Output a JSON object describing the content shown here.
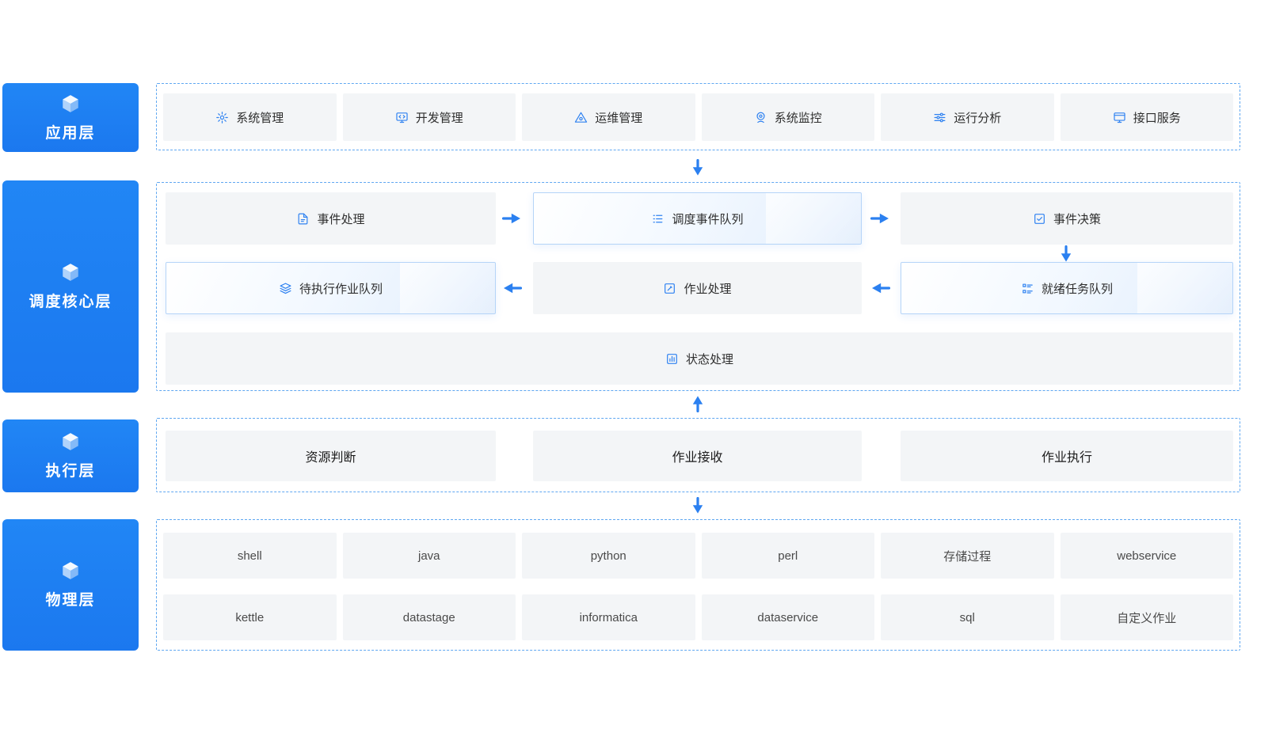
{
  "colors": {
    "accent_blue": "#1f7cf3",
    "arrow_blue": "#2b80f0",
    "dashed_border": "#5fa7f1",
    "box_background": "#f3f5f7",
    "highlight_border": "#b5d4f8",
    "text_dark": "#2e2e2e",
    "text_gray": "#4a4a4a"
  },
  "layer_tags": [
    {
      "label": "应用层",
      "icon": "cube-icon"
    },
    {
      "label": "调度核心层",
      "icon": "cube-icon"
    },
    {
      "label": "执行层",
      "icon": "cube-icon"
    },
    {
      "label": "物理层",
      "icon": "cube-icon"
    }
  ],
  "application_layer": {
    "items": [
      {
        "label": "系统管理",
        "icon": "gear-icon"
      },
      {
        "label": "开发管理",
        "icon": "dev-monitor-icon"
      },
      {
        "label": "运维管理",
        "icon": "ops-triangle-icon"
      },
      {
        "label": "系统监控",
        "icon": "camera-icon"
      },
      {
        "label": "运行分析",
        "icon": "sliders-icon"
      },
      {
        "label": "接口服务",
        "icon": "interface-monitor-icon"
      }
    ]
  },
  "core_layer": {
    "row1": [
      {
        "label": "事件处理",
        "icon": "file-edit-icon",
        "highlight": false
      },
      {
        "label": "调度事件队列",
        "icon": "queue-list-icon",
        "highlight": true
      },
      {
        "label": "事件决策",
        "icon": "check-square-icon",
        "highlight": false
      }
    ],
    "row2": [
      {
        "label": "待执行作业队列",
        "icon": "layers-icon",
        "highlight": true
      },
      {
        "label": "作业处理",
        "icon": "edit-square-icon",
        "highlight": false
      },
      {
        "label": "就绪任务队列",
        "icon": "task-list-icon",
        "highlight": true
      }
    ],
    "row3": {
      "label": "状态处理",
      "icon": "status-chart-icon"
    }
  },
  "execution_layer": {
    "items": [
      {
        "label": "资源判断"
      },
      {
        "label": "作业接收"
      },
      {
        "label": "作业执行"
      }
    ]
  },
  "physical_layer": {
    "rows": [
      [
        {
          "label": "shell"
        },
        {
          "label": "java"
        },
        {
          "label": "python"
        },
        {
          "label": "perl"
        },
        {
          "label": "存储过程"
        },
        {
          "label": "webservice"
        }
      ],
      [
        {
          "label": "kettle"
        },
        {
          "label": "datastage"
        },
        {
          "label": "informatica"
        },
        {
          "label": "dataservice"
        },
        {
          "label": "sql"
        },
        {
          "label": "自定义作业"
        }
      ]
    ]
  }
}
